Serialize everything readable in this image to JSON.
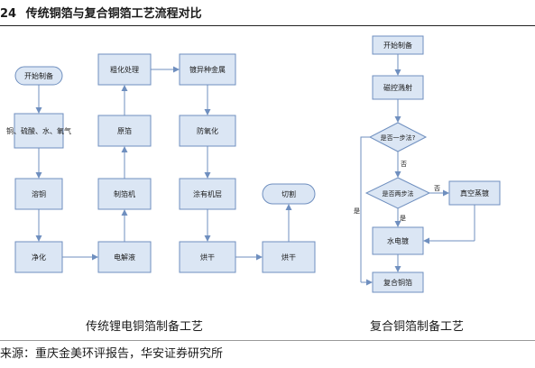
{
  "figure": {
    "number": "24",
    "title": "传统铜箔与复合铜箔工艺流程对比",
    "source": "来源：重庆金美环评报告，华安证券研究所"
  },
  "traditional": {
    "caption": "传统锂电铜箔制备工艺",
    "start": "开始制备",
    "raw_materials": "铜、硫酸、水、氧气",
    "dissolve": "溶铜",
    "purify": "净化",
    "electrolyte": "电解液",
    "foil_machine": "制箔机",
    "raw_foil": "原箔",
    "roughening": "粗化处理",
    "plating": "镀异种金属",
    "anti_oxidation": "防氧化",
    "coating": "涂有机层",
    "dry_1": "烘干",
    "dry_2": "烘干",
    "cut": "切割"
  },
  "composite": {
    "caption": "复合铜箔制备工艺",
    "start": "开始制备",
    "sputtering": "磁控溅射",
    "decision_1": "是否一步法?",
    "decision_2": "是否两步法",
    "vacuum_plating": "真空蒸镀",
    "water_plating": "水电镀",
    "output": "复合铜箔",
    "yes_label": "是",
    "no_label": "否"
  }
}
